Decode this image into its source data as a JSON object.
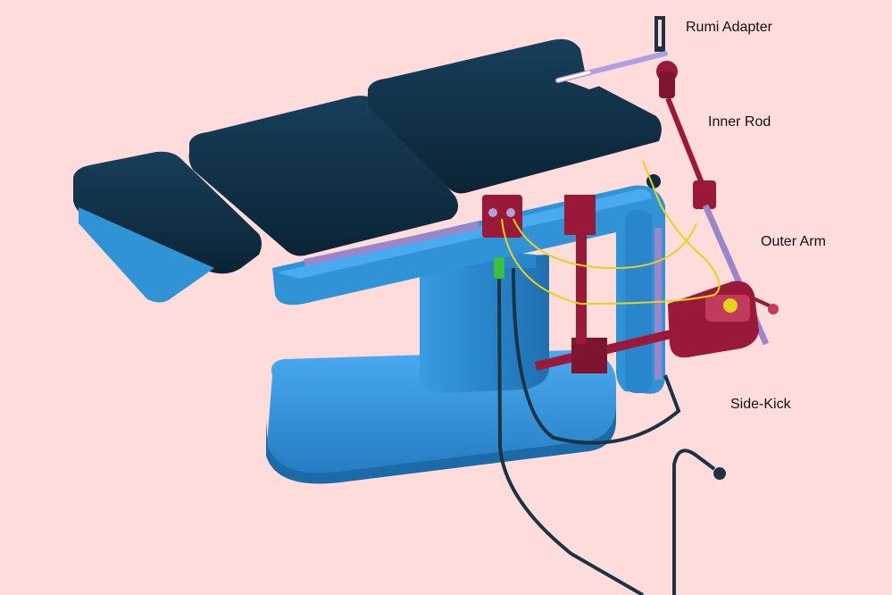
{
  "labels": {
    "rumi_adapter": "Rumi Adapter",
    "inner_rod": "Inner Rod",
    "outer_arm": "Outer Arm",
    "side_kick": "Side-Kick"
  },
  "colors": {
    "background": "#ffdcdc",
    "table_pads": "#0e2d43",
    "table_frame": "#2f93d6",
    "clamp_hardware": "#9a1838",
    "rail_lavender": "#9a86c8",
    "cable_yellow": "#e6d21a",
    "cable_dark": "#1a3444",
    "connector_green": "#36c23c"
  }
}
